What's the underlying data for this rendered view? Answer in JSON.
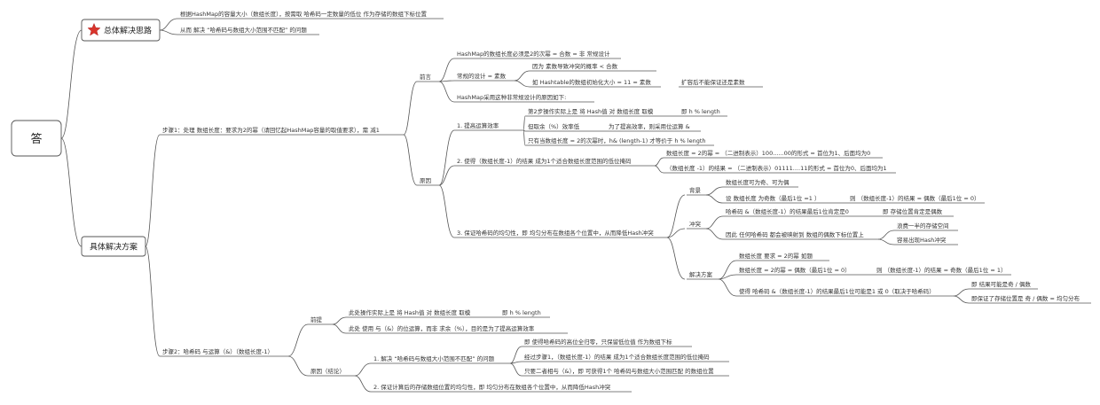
{
  "root": {
    "label": "答"
  },
  "nodes": {
    "overall": "总体解决思路",
    "overall_1": "根据HashMap的容量大小（数组长度），按需取 哈希码一定数量的低位 作为存储的数组下标位置",
    "overall_2": "从而 解决 “哈希码与数组大小范围不匹配” 的问题",
    "specific": "具体解决方案",
    "step1": "步骤1：处理 数组长度：要求为2的幂（请回忆起HashMap容量的取值要求），需 减1",
    "preface": "前言",
    "pre_1": "HashMap的数组长度必须是2的次幂 = 合数 = 非 常规设计",
    "pre_2": "常规的设计 = 素数",
    "pre_2a": "因为 素数导致冲突的概率 < 合数",
    "pre_2b": "如 Hashtable的数组初始化大小 = 11 = 素数",
    "pre_2b_note": "扩容后不能保证还是素数",
    "pre_3": "HashMap采用这种非常规设计的原因如下:",
    "reason": "原因",
    "r1": "1. 提高运算效率",
    "r1a": "第2步操作实际上是 将 Hash值 对 数组长度 取模",
    "r1a_note": "即  h % length",
    "r1b": "但取余（%）效率低",
    "r1b_note": "为了提高效率，则采用位运算 &",
    "r1c": "只有当数组长度 = 2的次幂时，h& (length-1) 才等价于 h % length",
    "r2": "2. 使得（数组长度-1）的结果 成为1个适合数组长度范围的低位掩码",
    "r2a": "数组长度 = 2的幂 = （二进制表示）100......00的形式 = 首位为1、后面均为0",
    "r2b": "（数组长度 -1）的结果 = （二进制表示）01111....11的形式 = 首位为0、后面均为1",
    "r3": "3. 保证哈希码的均匀性，即 均匀分布在数组各个位置中，从而降低Hash冲突",
    "bg": "背景",
    "bg1": "数组长度可为奇、可为偶",
    "bg2": "设 数组长度 为奇数（最后1位 =1 ）",
    "bg2_note": "则 （数组长度-1）的结果 = 偶数（最后1位 = 0）",
    "conflict": "冲突",
    "c1": "哈希码 &（数组长度-1）的结果最后1位肯定是0",
    "c1_note": "即 存储位置肯定是偶数",
    "c2": "因此 任何哈希码 都会被映射到 数组的偶数下标位置上",
    "c2a": "浪费一半的存储空间",
    "c2b": "容易出现Hash冲突",
    "solution": "解决方案",
    "s1": "数组长度 要求 = 2的幂",
    "s1_note": "如题",
    "s2": "数组长度 = 2的幂 = 偶数（最后1位 = 0）",
    "s2_note": "则 （数组长度-1）的结果 = 奇数（最后1位 = 1）",
    "s3": "使得 哈希码 &（数组长度-1）的结果最后1位可能是1 或 0（取决于哈希码）",
    "s3a": "即 结果可能是奇 / 偶数",
    "s3b": "即保证了存储位置是 奇 / 偶数 = 均匀分布",
    "step2": "步骤2：哈希码 与运算（&）（数组长度-1）",
    "premise": "前提",
    "p1": "此处操作实际上是 将 Hash值 对 数组长度 取模",
    "p1_note": "即  h % length",
    "p2": "此处 使用 与（&）的位运算，而非 求余（%），目的是为了提高运算效率",
    "reason2": "原因（结论）",
    "q1": "1. 解决 “哈希码与数组大小范围不匹配” 的问题",
    "q1a": "即 使得哈希码的高位全归零，只保留低位值 作为数组下标",
    "q1b": "经过步骤1，（数组长度-1）的结果 成为1个适合数组长度范围的低位掩码",
    "q1c": "只要二者相与（&），即 可获得1个 哈希码与数组大小范围匹配 的数组位置",
    "q2": "2. 保证计算后的存储数组位置的均匀性，即 均匀分布在数组各个位置中，从而降低Hash冲突"
  },
  "colors": {
    "line": "#555555",
    "star": "#d9342b",
    "text": "#333333"
  },
  "icons": {
    "overall_marker": "star-icon"
  }
}
